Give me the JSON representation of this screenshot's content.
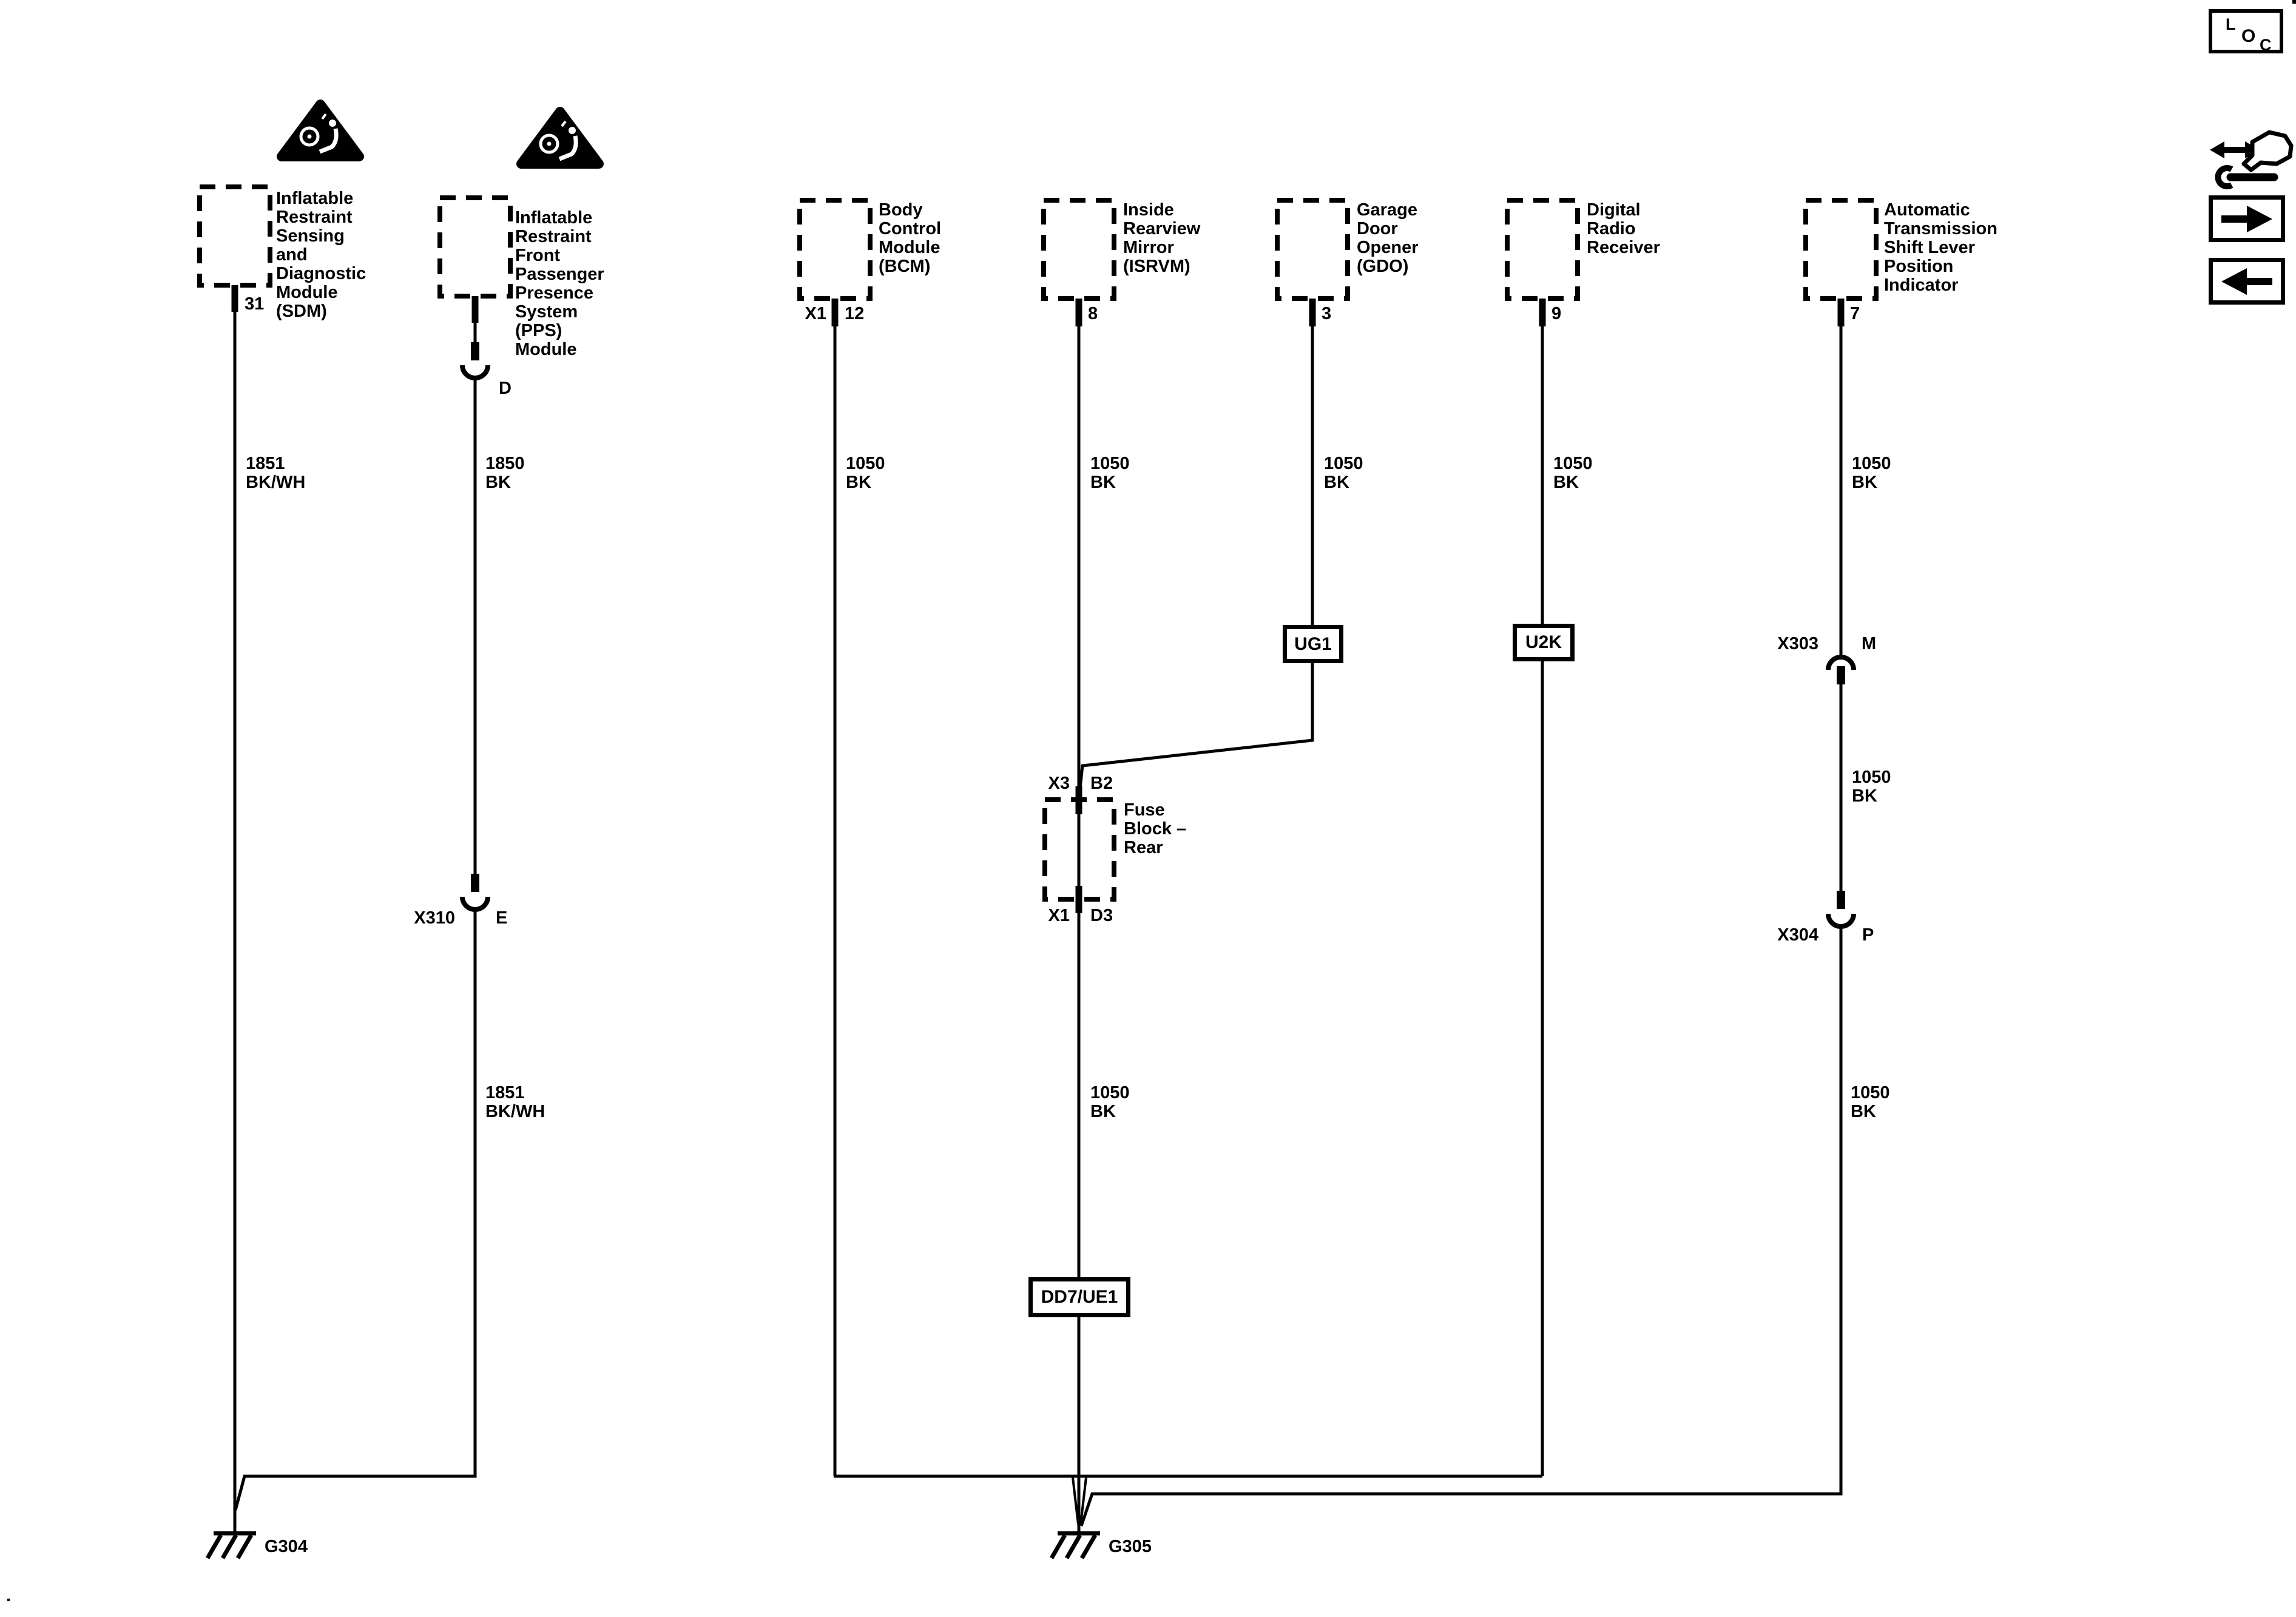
{
  "page": {
    "background": "#ffffff",
    "ink": "#000000",
    "stray_mark": "."
  },
  "corner_tag": {
    "l": "L",
    "o": "O",
    "c": "C"
  },
  "modules": {
    "sdm": {
      "name_lines": [
        "Inflatable",
        "Restraint",
        "Sensing",
        "and",
        "Diagnostic",
        "Module",
        "(SDM)"
      ],
      "pin": "31",
      "circuit": [
        "1851",
        "BK/WH"
      ]
    },
    "pps": {
      "name_lines": [
        "Inflatable",
        "Restraint",
        "Front",
        "Passenger",
        "Presence",
        "System",
        "(PPS)",
        "Module"
      ],
      "terminal_d": "D",
      "circuit_upper": [
        "1850",
        "BK"
      ],
      "inline_connector": "X310",
      "terminal_e": "E",
      "circuit_lower": [
        "1851",
        "BK/WH"
      ]
    },
    "bcm": {
      "name_lines": [
        "Body",
        "Control",
        "Module",
        "(BCM)"
      ],
      "pin_connector": "X1",
      "pin": "12",
      "circuit": [
        "1050",
        "BK"
      ]
    },
    "isrvm": {
      "name_lines": [
        "Inside",
        "Rearview",
        "Mirror",
        "(ISRVM)"
      ],
      "pin": "8",
      "circuit_upper": [
        "1050",
        "BK"
      ],
      "fuse_in_connector": "X3",
      "fuse_in_cavity": "B2",
      "fuse_block_lines": [
        "Fuse",
        "Block –",
        "Rear"
      ],
      "fuse_out_connector": "X1",
      "fuse_out_cavity": "D3",
      "circuit_lower": [
        "1050",
        "BK"
      ],
      "fuse_id": "DD7/UE1"
    },
    "gdo": {
      "name_lines": [
        "Garage",
        "Door",
        "Opener",
        "(GDO)"
      ],
      "pin": "3",
      "circuit": [
        "1050",
        "BK"
      ],
      "fuse_id": "UG1"
    },
    "drr": {
      "name_lines": [
        "Digital",
        "Radio",
        "Receiver"
      ],
      "pin": "9",
      "circuit": [
        "1050",
        "BK"
      ],
      "fuse_id": "U2K"
    },
    "at": {
      "name_lines": [
        "Automatic",
        "Transmission",
        "Shift Lever",
        "Position",
        "Indicator"
      ],
      "pin": "7",
      "circuit_upper": [
        "1050",
        "BK"
      ],
      "x303": "X303",
      "terminal_m": "M",
      "circuit_mid": [
        "1050",
        "BK"
      ],
      "x304": "X304",
      "terminal_p": "P",
      "circuit_lower": [
        "1050",
        "BK"
      ]
    }
  },
  "grounds": {
    "g304": "G304",
    "g305": "G305"
  }
}
